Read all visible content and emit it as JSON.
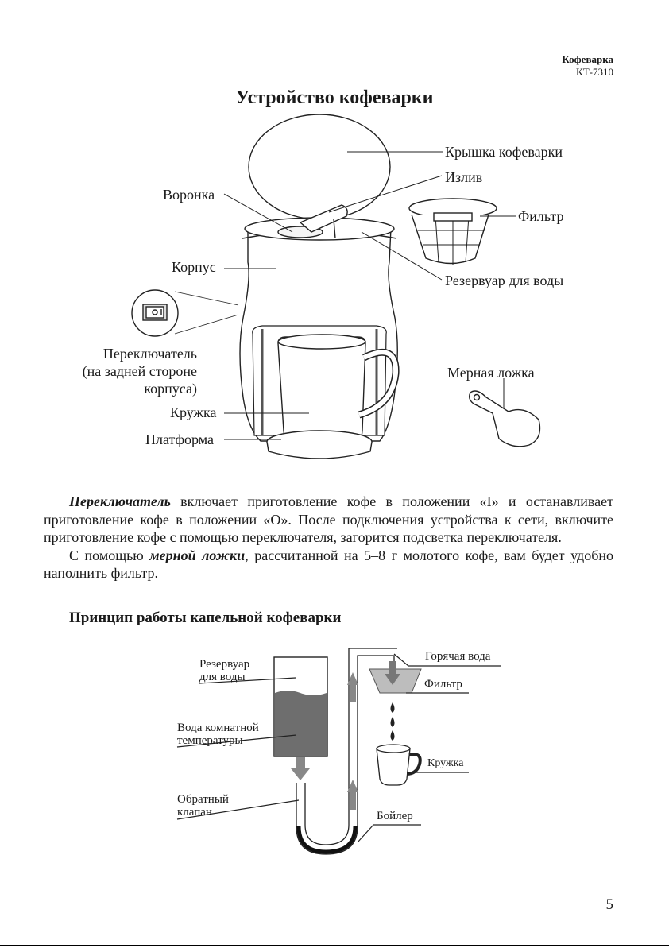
{
  "header": {
    "product": "Кофеварка",
    "model": "КТ-7310"
  },
  "title": "Устройство кофеварки",
  "diagram1": {
    "lid": "Крышка кофеварки",
    "spout": "Излив",
    "filter": "Фильтр",
    "funnel": "Воронка",
    "body": "Корпус",
    "reservoir": "Резервуар для воды",
    "switch_lines": [
      "Переключатель",
      "(на задней стороне",
      "корпуса)"
    ],
    "spoon": "Мерная ложка",
    "mug": "Кружка",
    "platform": "Платформа"
  },
  "text": {
    "p1_term": "Переключатель",
    "p1_rest": " включает приготовление кофе в положении «I» и останавливает приготовление кофе в положении «O». После подключения устройства к сети, включите приготовление кофе с помощью переключателя, загорится подсветка переключателя.",
    "p2_start": "С помощью ",
    "p2_term": "мерной ложки",
    "p2_rest": ", рассчитанной на 5–8 г молотого кофе, вам будет удобно наполнить фильтр."
  },
  "section2_title": "Принцип работы капельной кофеварки",
  "diagram2": {
    "reservoir_lines": [
      "Резервуар",
      "для воды"
    ],
    "room_water_lines": [
      "Вода комнатной",
      "температуры"
    ],
    "valve_lines": [
      "Обратный",
      "клапан"
    ],
    "hot_water": "Горячая вода",
    "filter": "Фильтр",
    "mug": "Кружка",
    "boiler": "Бойлер"
  },
  "page_number": "5"
}
